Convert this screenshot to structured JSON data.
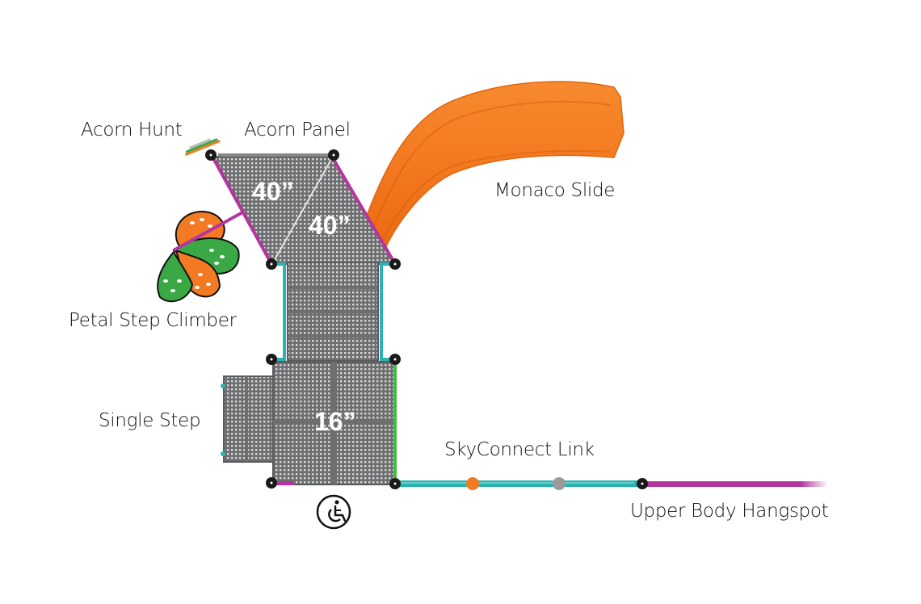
{
  "labels": {
    "acorn_hunt": "Acorn Hunt",
    "acorn_panel": "Acorn Panel",
    "monaco_slide": "Monaco Slide",
    "petal_step_climber": "Petal Step Climber",
    "single_step": "Single Step",
    "skyconnect_link": "SkyConnect Link",
    "upper_body_hangspot": "Upper Body Hangspot"
  },
  "deck_heights": {
    "triangle_left": "40”",
    "triangle_right": "40”",
    "square_deck": "16”"
  },
  "icons": {
    "accessibility": "wheelchair-icon"
  },
  "colors": {
    "deck_gray": "#6d6e70",
    "slide_orange": "#f47920",
    "post_black": "#1a1a1a",
    "rail_teal": "#2bb3b1",
    "rail_magenta": "#b5349f",
    "barrier_green": "#3dbf3f",
    "petal_green": "#3aa845",
    "petal_orange": "#f37a23"
  }
}
